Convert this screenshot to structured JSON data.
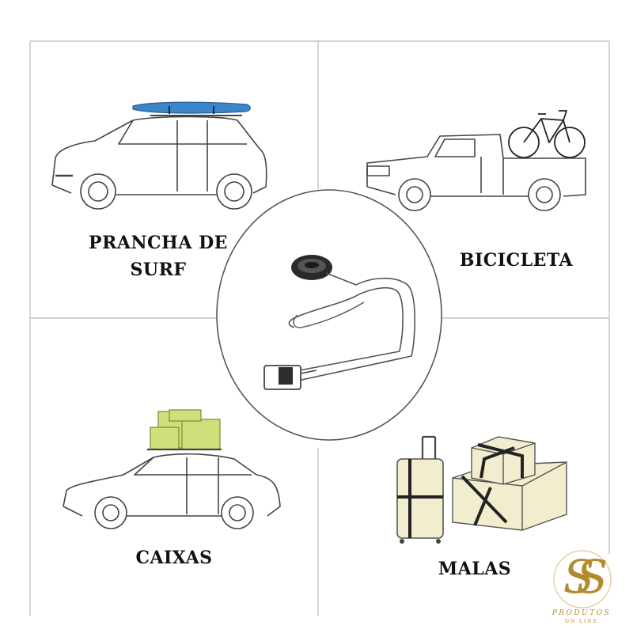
{
  "labels": {
    "surf_line1": "PRANCHA DE",
    "surf_line2": "SURF",
    "bike": "BICICLETA",
    "boxes": "CAIXAS",
    "bags": "MALAS"
  },
  "logo": {
    "mark": "SS",
    "name": "PRODUTOS",
    "tagline": "ON LINE"
  },
  "colors": {
    "line": "#444444",
    "grid": "#bbbbbb",
    "surfboard": "#3a86c8",
    "box_green": "#cfe07a",
    "cream": "#f3edcf",
    "strap": "#222222",
    "gold": "#b58a2f"
  }
}
